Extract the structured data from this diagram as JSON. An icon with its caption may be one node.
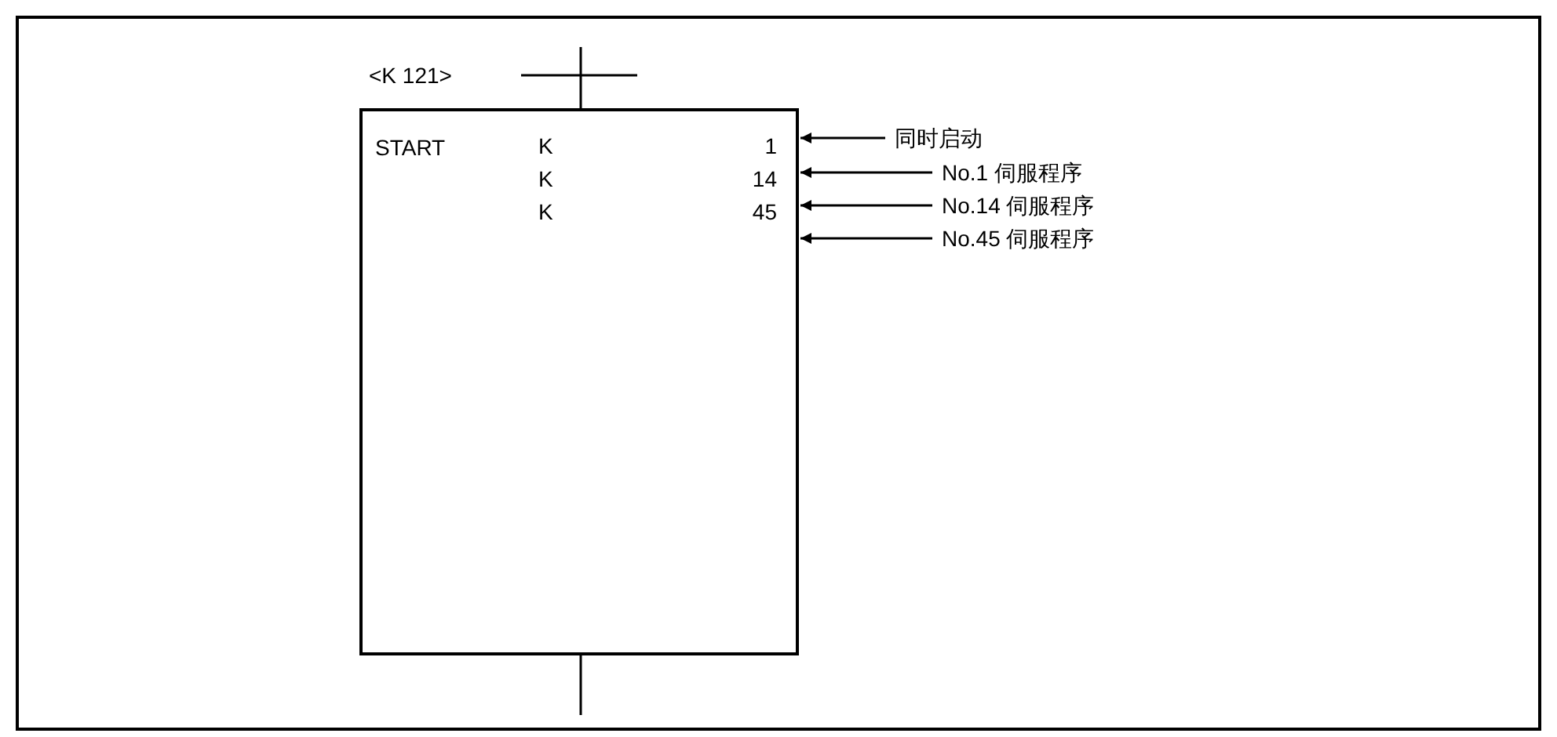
{
  "diagram": {
    "nodes": [
      {
        "text": [
          "START"
        ]
      },
      {
        "text": [
          "同时启动"
        ]
      },
      {
        "text": [
          "No.1 伺服程序"
        ]
      },
      {
        "text": [
          "No.14 伺服程序"
        ]
      },
      {
        "text": [
          "No.45 伺服程序"
        ]
      }
    ],
    "edges": [
      {
        "from": 1,
        "to": 0,
        "arrow": "to"
      },
      {
        "from": 2,
        "to": 0,
        "arrow": "to"
      },
      {
        "from": 3,
        "to": 0,
        "arrow": "to"
      },
      {
        "from": 4,
        "to": 0,
        "arrow": "to"
      },
      {
        "from": null,
        "to": 0,
        "arrow": "none"
      },
      {
        "from": 0,
        "to": null,
        "arrow": "none"
      }
    ],
    "labels": [
      "<K 121>",
      "K",
      "1",
      "K",
      "14",
      "K",
      "45"
    ]
  }
}
